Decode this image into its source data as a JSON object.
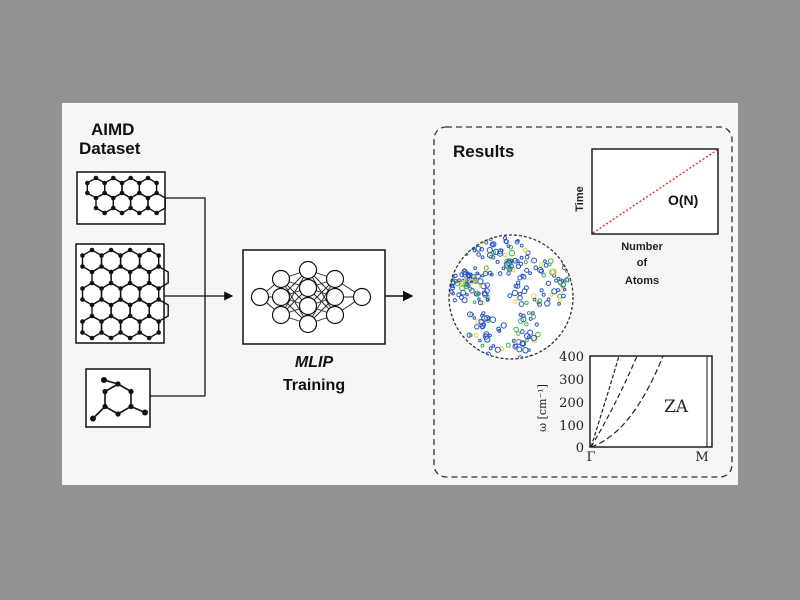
{
  "dataset": {
    "title_line1": "AIMD",
    "title_line2": "Dataset"
  },
  "mlip": {
    "line1": "MLIP",
    "line2": "Training"
  },
  "results": {
    "title": "Results",
    "scaling_plot": {
      "ylabel": "Time",
      "xlabel_lines": [
        "Number",
        "of",
        "Atoms"
      ],
      "annotation": "O(N)"
    },
    "phonon_plot": {
      "ylabel": "ω [cm⁻¹]",
      "yticks": [
        "400",
        "300",
        "200",
        "100",
        "0"
      ],
      "xticks": [
        "Γ",
        "M"
      ],
      "branch_label": "ZA"
    }
  },
  "colors": {
    "background": "#939393",
    "panel": "#f6f6f6",
    "trend_line": "#e0332e",
    "structure_blue": "#2a55c8",
    "structure_green": "#46b04a",
    "structure_yellow": "#e8d23a"
  }
}
